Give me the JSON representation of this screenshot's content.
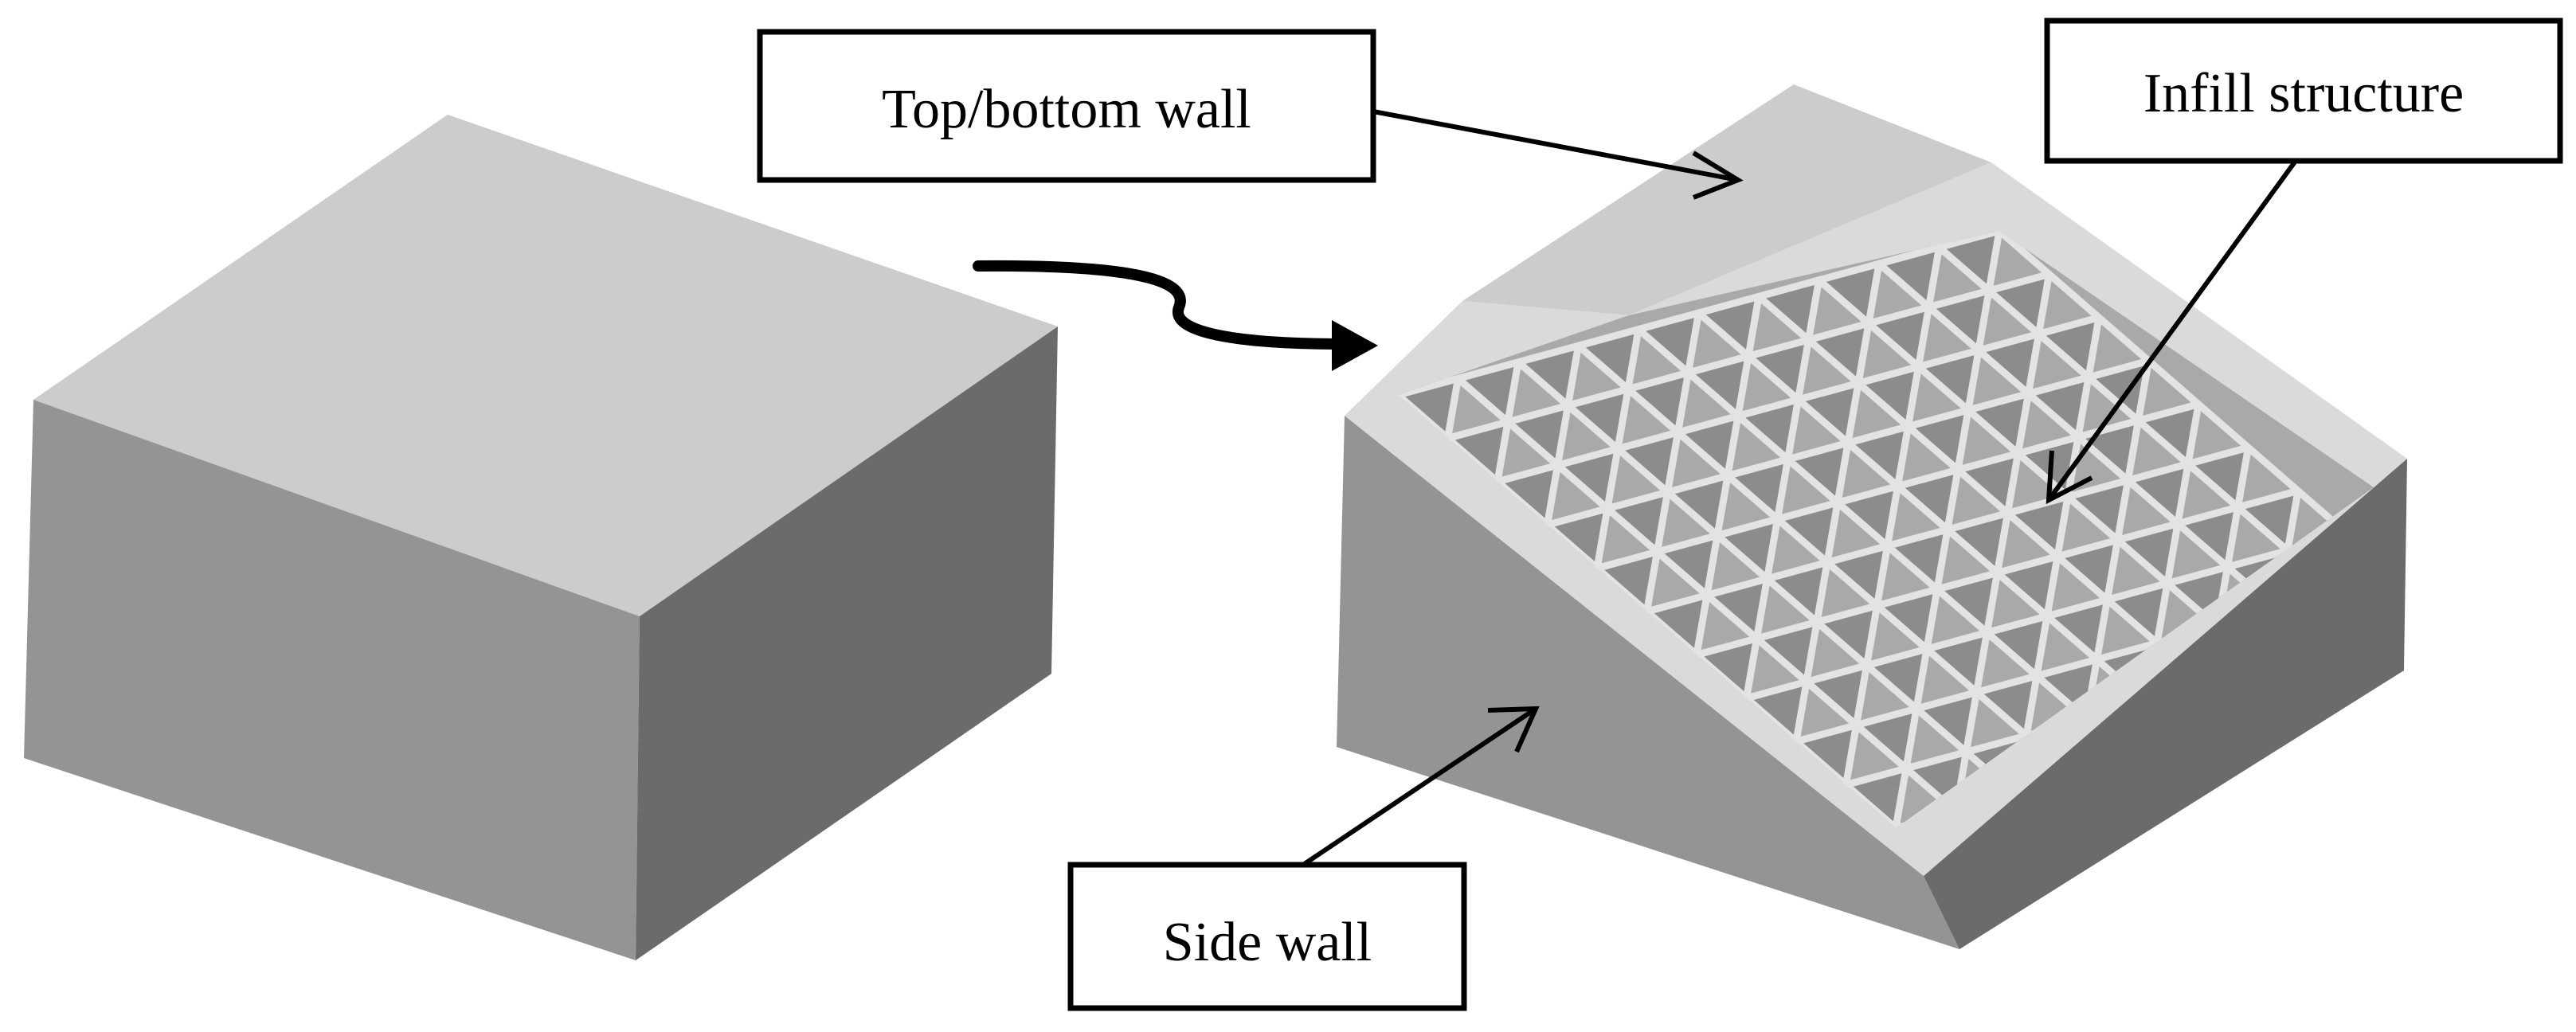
{
  "labels": {
    "top_bottom_wall": "Top/bottom wall",
    "infill_structure": "Infill structure",
    "side_wall": "Side wall"
  },
  "colors": {
    "background": "#ffffff",
    "face_top": "#cccccc",
    "face_left": "#949494",
    "face_right": "#6b6b6b",
    "shell_rim": "#dadada",
    "infill_cavity": "#a9a9a9",
    "infill_lattice": "#e3e3e3",
    "outline": "#000000"
  },
  "infill": {
    "pattern": "triangular",
    "cells_per_side": 10
  }
}
